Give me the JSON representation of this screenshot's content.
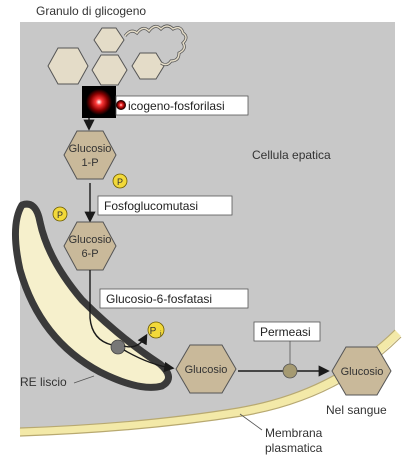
{
  "title": "Granulo di glicogeno",
  "cell_label": "Cellula epatica",
  "enzymes": {
    "glycogen_phosphorylase": "icogeno-fosforilasi",
    "phosphoglucomutase": "Fosfoglucomutasi",
    "glucose_6_phosphatase": "Glucosio-6-fosfatasi",
    "permease": "Permeasi"
  },
  "molecules": {
    "g1p_line1": "Glucosio",
    "g1p_line2": "1-P",
    "g6p_line1": "Glucosio",
    "g6p_line2": "6-P",
    "glucose_cell": "Glucosio",
    "glucose_blood": "Glucosio"
  },
  "phosphate": "P",
  "phosphate_released": "P",
  "phosphate_released_sub": "i",
  "labels": {
    "smooth_er": "RE liscio",
    "blood": "Nel sangue",
    "membrane_line1": "Membrana",
    "membrane_line2": "plasmatica"
  },
  "colors": {
    "cytoplasm": "#c8c8c8",
    "hexagon": "#c9b99a",
    "phosphate_circle": "#f2d93a",
    "membrane": "#f3e9a8",
    "er_fill": "#f6f0cc",
    "arrow": "#1a1a1a"
  }
}
